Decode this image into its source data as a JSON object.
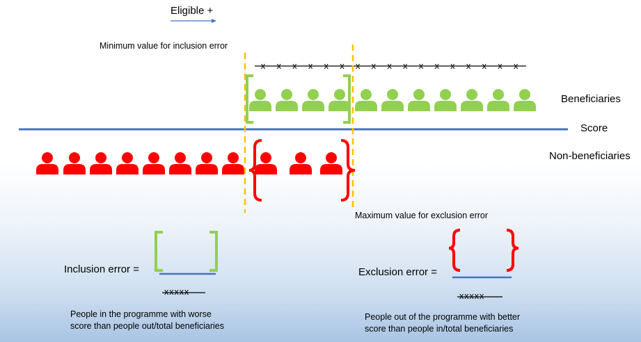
{
  "labels": {
    "eligible": "Eligible +",
    "min_inclusion": "Minimum value for inclusion error",
    "beneficiaries": "Beneficiaries",
    "score": "Score",
    "non_beneficiaries": "Non-beneficiaries",
    "max_exclusion": "Maximum value for exclusion error",
    "inclusion_error": "Inclusion error =",
    "exclusion_error": "Exclusion error =",
    "crosses_inclusion": "xxxxx",
    "crosses_exclusion": "xxxxx",
    "inclusion_desc_line1": "People in the programme with worse",
    "inclusion_desc_line2": "score than people out/total beneficiaries",
    "exclusion_desc_line1": "People out of the programme with better",
    "exclusion_desc_line2": "score than people in/total beneficiaries"
  },
  "colors": {
    "beneficiary": "#92d050",
    "non_beneficiary": "#ff0000",
    "score_line": "#4472c4",
    "threshold": "#ffc000",
    "arrow": "#4472c4"
  },
  "counts": {
    "beneficiaries": 11,
    "non_beneficiaries": 11,
    "cross_marks": 17
  }
}
